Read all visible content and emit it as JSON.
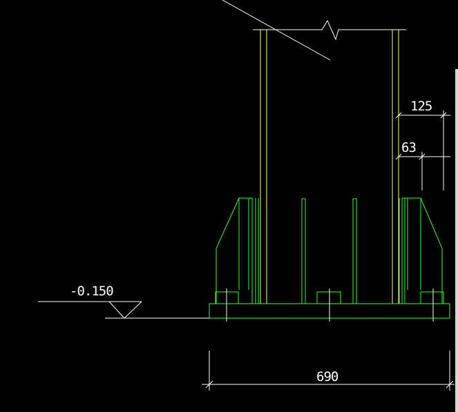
{
  "drawing": {
    "annotations": {
      "elevation": "-0.150",
      "dim_width": "690",
      "dim_125": "125",
      "dim_63": "63"
    },
    "colors": {
      "background": "#000000",
      "column": "#ffff99",
      "stiffener": "#33ff33",
      "dimension": "#ffffff"
    }
  }
}
